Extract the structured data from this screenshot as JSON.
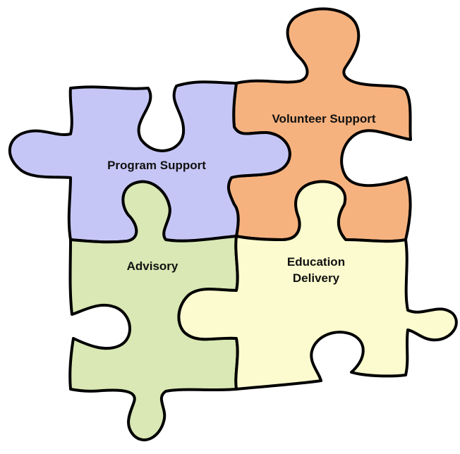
{
  "pieces": [
    {
      "id": "volunteer-support",
      "lines": [
        "Volunteer Support"
      ],
      "color": "#f6b27e"
    },
    {
      "id": "program-support",
      "lines": [
        "Program Support"
      ],
      "color": "#c6c6f6"
    },
    {
      "id": "advisory",
      "lines": [
        "Advisory"
      ],
      "color": "#d9e8b4"
    },
    {
      "id": "education-delivery",
      "lines": [
        "Education",
        "Delivery"
      ],
      "color": "#fbfbcf"
    }
  ]
}
